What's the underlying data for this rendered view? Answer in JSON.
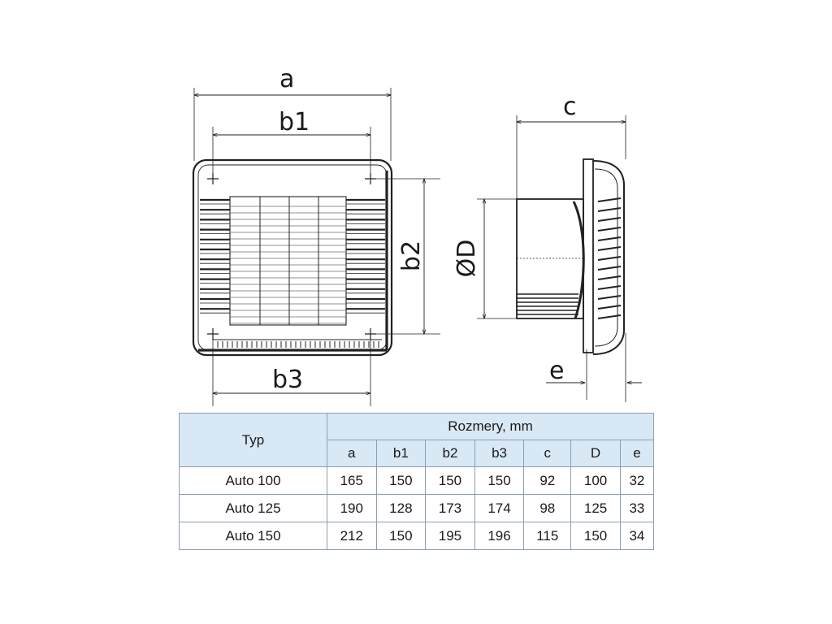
{
  "drawing": {
    "front_view_labels": {
      "a": "a",
      "b1": "b1",
      "b2": "b2",
      "b3": "b3"
    },
    "side_view_labels": {
      "c": "c",
      "D": "ØD",
      "e": "e"
    }
  },
  "table": {
    "type_header": "Typ",
    "group_header": "Rozmery, mm",
    "columns": [
      "a",
      "b1",
      "b2",
      "b3",
      "c",
      "D",
      "e"
    ],
    "rows": [
      {
        "type": "Auto 100",
        "values": [
          "165",
          "150",
          "150",
          "150",
          "92",
          "100",
          "32"
        ]
      },
      {
        "type": "Auto 125",
        "values": [
          "190",
          "128",
          "173",
          "174",
          "98",
          "125",
          "33"
        ]
      },
      {
        "type": "Auto 150",
        "values": [
          "212",
          "150",
          "195",
          "196",
          "115",
          "150",
          "34"
        ]
      }
    ],
    "colors": {
      "header_bg": "#d9e8f5",
      "border": "#8c9eb2"
    }
  }
}
